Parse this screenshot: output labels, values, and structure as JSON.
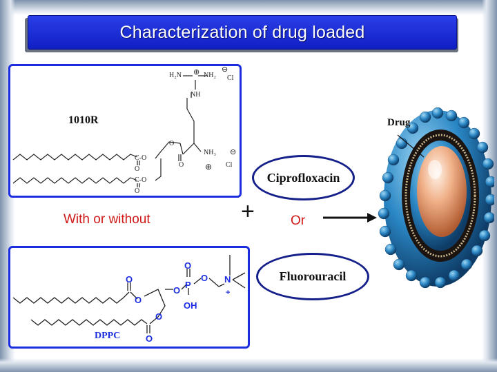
{
  "title": "Characterization of drug loaded",
  "structure_1010r": {
    "label": "1010R",
    "guanidinium": {
      "h2n": "H₂N",
      "plus": "⊕",
      "nh2": "NH₂",
      "minus": "⊖",
      "cl": "Cl",
      "nh": "NH"
    },
    "amino": {
      "nh3": "NH₃",
      "plus": "⊕",
      "minus": "⊖",
      "cl": "Cl"
    },
    "ester_o": "O",
    "carbonyl_o": "O",
    "co_o_1": "C-O",
    "co_o_2": "C-O",
    "o_1": "O",
    "o_2": "O"
  },
  "structure_dppc": {
    "label": "DPPC",
    "atoms": {
      "o": "O",
      "p": "P",
      "n": "N",
      "oh": "OH",
      "plus": "+"
    }
  },
  "with_or_without": "With or without",
  "plus_sign": "+",
  "drug_options": [
    "Ciprofloxacin",
    "Fluorouracil"
  ],
  "or_label": "Or",
  "liposome": {
    "drug_label": "Drug"
  },
  "colors": {
    "accent_blue": "#1a2ee0",
    "red_text": "#d01818",
    "oval_border": "#16208a"
  },
  "icons": {
    "arrow": "right-arrow-icon",
    "liposome": "liposome-illustration"
  }
}
